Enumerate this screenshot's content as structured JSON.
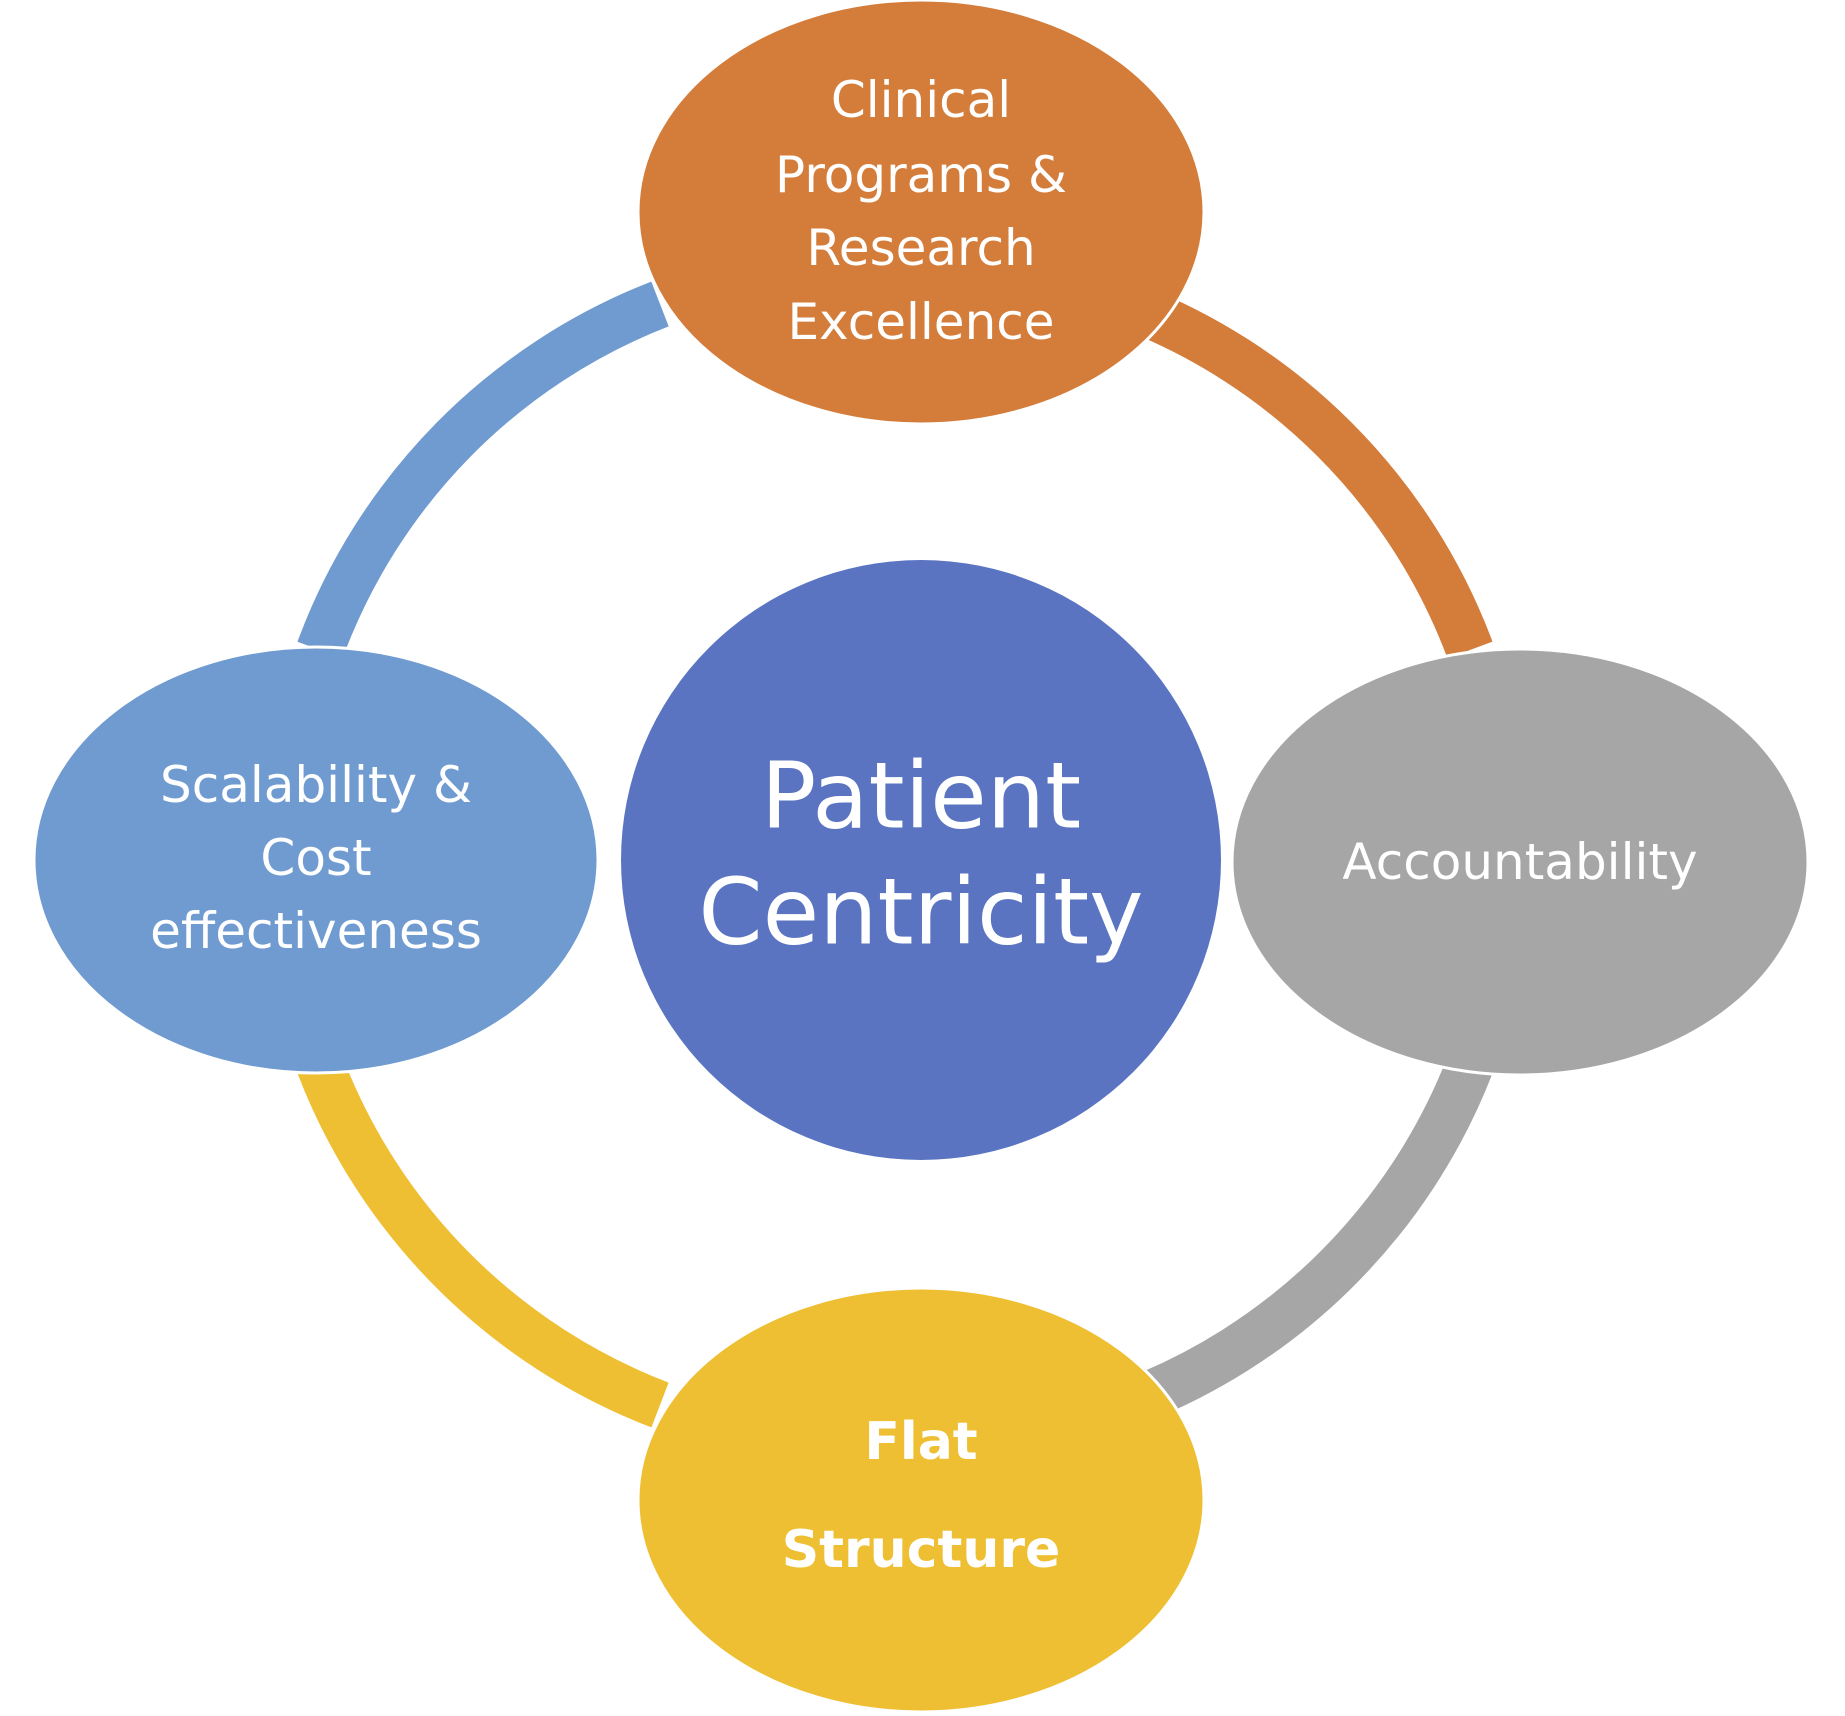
{
  "diagram": {
    "center": {
      "lines": [
        "Patient",
        "Centricity"
      ],
      "color": "#5a74c2"
    },
    "nodes": [
      {
        "id": "clinical",
        "lines": [
          "Clinical",
          "Programs &",
          "Research",
          "Excellence"
        ],
        "color": "#d47d3b",
        "bold": false
      },
      {
        "id": "accountability",
        "lines": [
          "Accountability"
        ],
        "color": "#a6a6a6",
        "bold": false
      },
      {
        "id": "flat-structure",
        "lines": [
          "Flat",
          "Structure"
        ],
        "color": "#eebf32",
        "bold": true
      },
      {
        "id": "scalability",
        "lines": [
          "Scalability &",
          "Cost",
          "effectiveness"
        ],
        "color": "#709bd1",
        "bold": false
      }
    ],
    "ring_segments": [
      {
        "from": "clinical",
        "to": "accountability",
        "color": "#d47d3b"
      },
      {
        "from": "accountability",
        "to": "flat-structure",
        "color": "#a6a6a6"
      },
      {
        "from": "flat-structure",
        "to": "scalability",
        "color": "#eebf32"
      },
      {
        "from": "scalability",
        "to": "clinical",
        "color": "#709bd1"
      }
    ]
  }
}
